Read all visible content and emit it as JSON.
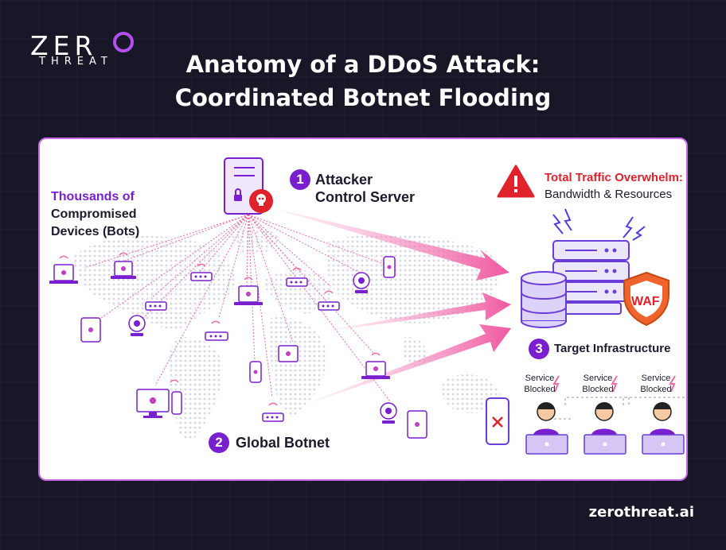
{
  "brand": {
    "logo_word": "ZER",
    "logo_sub": "THREAT",
    "logo_ring_color": "#b44ff0",
    "site": "zerothreat.ai"
  },
  "header": {
    "title_line1": "Anatomy of a DDoS Attack:",
    "title_line2": "Coordinated Botnet Flooding"
  },
  "diagram": {
    "steps": [
      {
        "number": "1",
        "line1": "Attacker",
        "line2": "Control Server"
      },
      {
        "number": "2",
        "line1": "Global Botnet"
      },
      {
        "number": "3",
        "line1": "Target Infrastructure"
      }
    ],
    "bots_label": {
      "line1": "Thousands of",
      "line2": "Compromised",
      "line3": "Devices (Bots)"
    },
    "overwhelm": {
      "line1": "Total Traffic Overwhelm:",
      "line2": "Bandwidth & Resources"
    },
    "waf_label": "WAF",
    "service_status": [
      {
        "line1": "Service",
        "line2": "Blocked"
      },
      {
        "line1": "Service",
        "line2": "Blocked"
      },
      {
        "line1": "Service",
        "line2": "Blocked"
      }
    ],
    "colors": {
      "accent_purple": "#7a1fd0",
      "attack_pink": "#f27ab8",
      "alert_red": "#e0222a",
      "waf_orange": "#f0632a"
    }
  }
}
